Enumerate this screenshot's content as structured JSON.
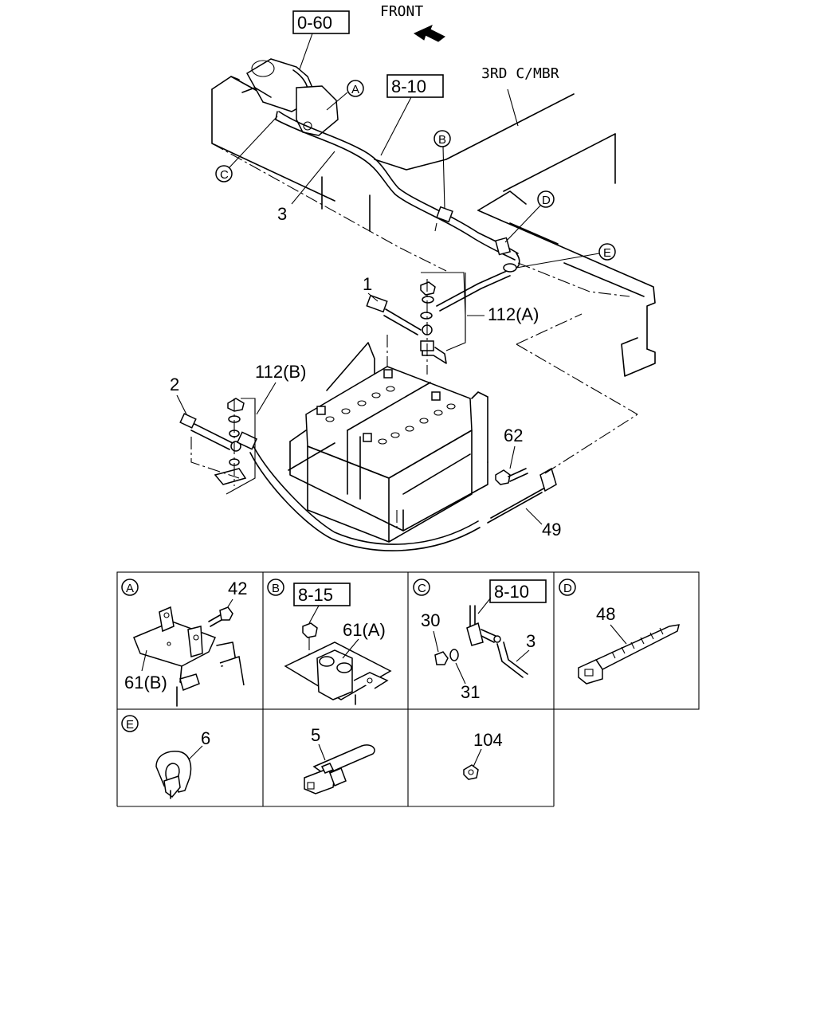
{
  "main_diagram": {
    "direction_label": "FRONT",
    "frame_label": "3RD C/MBR",
    "ref_boxes": [
      "0-60",
      "8-10"
    ],
    "callouts": [
      "A",
      "B",
      "C",
      "D",
      "E"
    ],
    "part_numbers": {
      "p1": "1",
      "p2": "2",
      "p3": "3",
      "p49": "49",
      "p62": "62",
      "p112a": "112(A)",
      "p112b": "112(B)"
    }
  },
  "detail_panels": [
    {
      "id": "A",
      "labels": [
        "42",
        "61(B)"
      ]
    },
    {
      "id": "B",
      "ref_box": "8-15",
      "labels": [
        "61(A)"
      ]
    },
    {
      "id": "C",
      "ref_box": "8-10",
      "labels": [
        "30",
        "31",
        "3"
      ]
    },
    {
      "id": "D",
      "labels": [
        "48"
      ]
    },
    {
      "id": "E",
      "labels": [
        "6"
      ]
    },
    {
      "id": "",
      "labels": [
        "5"
      ]
    },
    {
      "id": "",
      "labels": [
        "104"
      ]
    }
  ]
}
